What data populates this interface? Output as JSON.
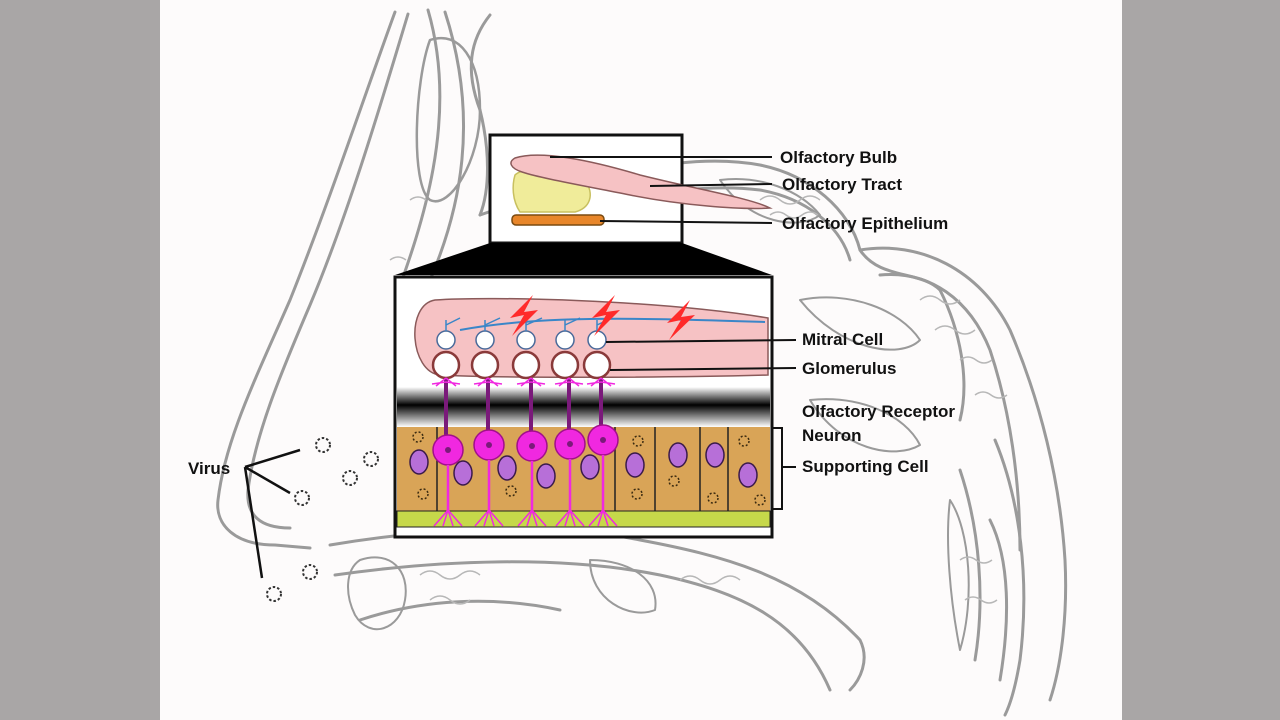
{
  "labels": {
    "olfactory_bulb": "Olfactory Bulb",
    "olfactory_tract": "Olfactory Tract",
    "olfactory_epithelium": "Olfactory Epithelium",
    "mitral_cell": "Mitral Cell",
    "glomerulus": "Glomerulus",
    "olfactory_receptor_neuron_line1": "Olfactory Receptor",
    "olfactory_receptor_neuron_line2": "Neuron",
    "supporting_cell": "Supporting Cell",
    "virus": "Virus"
  },
  "colors": {
    "background": "#a9a6a6",
    "slide": "#fdfbfb",
    "sketch": "#9a9a9a",
    "bulb_pink": "#f6c2c4",
    "tract_yellow": "#f0ec9a",
    "epithelium_orange": "#e8862a",
    "signal_red": "#ff2a2a",
    "neuron_magenta": "#f028e0",
    "cell_tan": "#d9a457",
    "nucleus_purple": "#b76fd8",
    "basement_green": "#c6d84a",
    "axon_purple": "#7a1a7a"
  }
}
